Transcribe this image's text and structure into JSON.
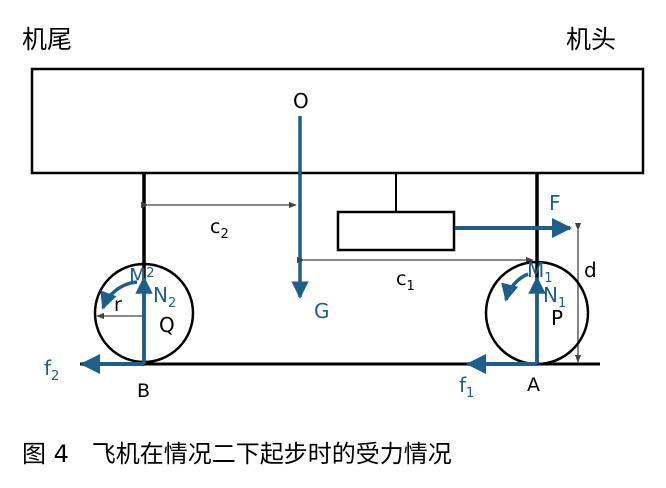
{
  "labels": {
    "tail": "机尾",
    "head": "机头",
    "O": "O",
    "G": "G",
    "F": "F",
    "d": "d",
    "c2": "c",
    "c2_sub": "2",
    "c1": "c",
    "c1_sub": "1",
    "M2": "M",
    "M2_sub": "2",
    "N2": "N",
    "N2_sub": "2",
    "r": "r",
    "Q": "Q",
    "f2": "f",
    "f2_sub": "2",
    "B": "B",
    "M1": "M",
    "M1_sub": "1",
    "N1": "N",
    "N1_sub": "1",
    "P": "P",
    "f1": "f",
    "f1_sub": "1",
    "A": "A"
  },
  "caption": "图 4   飞机在情况二下起步时的受力情况",
  "colors": {
    "force": "#1f5e86",
    "line": "#000000",
    "dim": "#555555"
  }
}
